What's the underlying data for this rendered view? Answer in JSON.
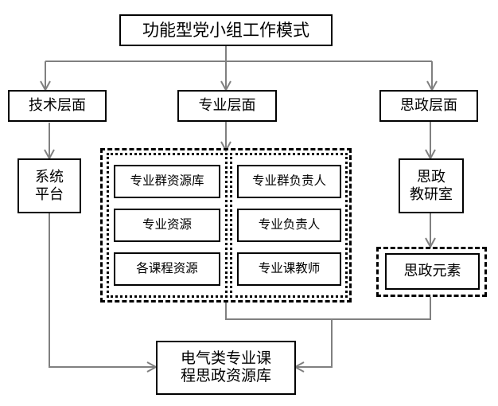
{
  "diagram": {
    "title_node": {
      "label": "功能型党小组工作模式"
    },
    "levels": [
      {
        "id": "tech",
        "label": "技术层面"
      },
      {
        "id": "major",
        "label": "专业层面"
      },
      {
        "id": "ideology",
        "label": "思政层面"
      }
    ],
    "tech_branch": {
      "platform": {
        "label": "系统\n平台"
      }
    },
    "major_branch": {
      "resources_group": [
        {
          "label": "专业群资源库"
        },
        {
          "label": "专业资源"
        },
        {
          "label": "各课程资源"
        }
      ],
      "people_group": [
        {
          "label": "专业群负责人"
        },
        {
          "label": "专业负责人"
        },
        {
          "label": "专业课教师"
        }
      ]
    },
    "ideology_branch": {
      "office": {
        "label": "思政\n教研室"
      },
      "element": {
        "label": "思政元素"
      }
    },
    "result_node": {
      "label": "电气类专业课\n程思政资源库"
    },
    "colors": {
      "node_border": "#000000",
      "connector": "#808080",
      "background": "#ffffff",
      "text": "#000000"
    }
  }
}
